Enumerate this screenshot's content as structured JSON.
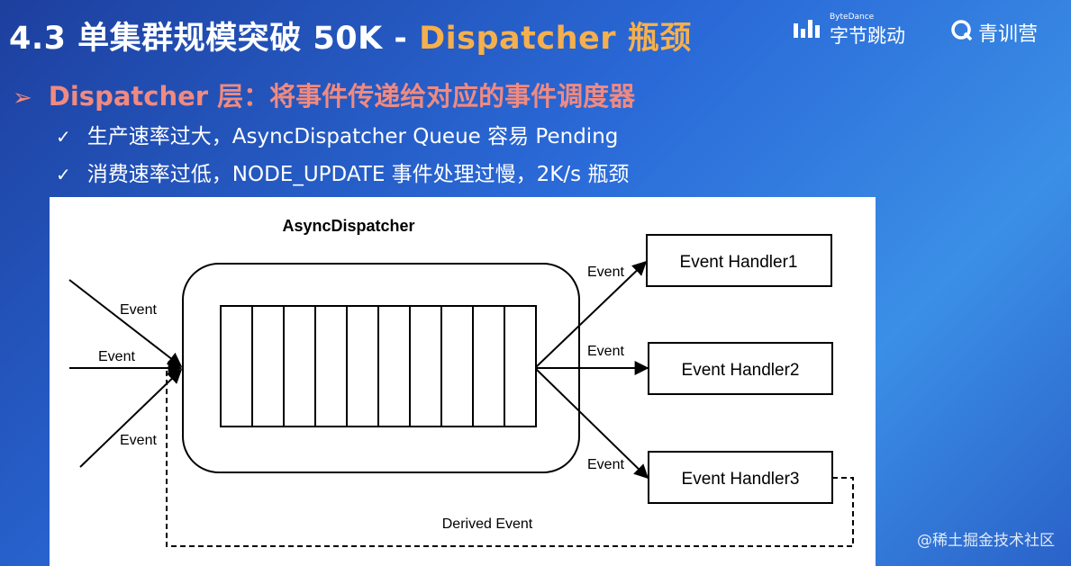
{
  "title": {
    "prefix": "4.3 单集群规模突破 50K - ",
    "accent": "Dispatcher 瓶颈"
  },
  "logos": {
    "bytedance_small": "ByteDance",
    "bytedance_cn": "字节跳动",
    "qingxun": "青训营"
  },
  "section": {
    "arrow": "➢",
    "heading": "Dispatcher 层：将事件传递给对应的事件调度器"
  },
  "checklist": [
    {
      "tick": "✓",
      "text": "生产速率过大，AsyncDispatcher  Queue 容易 Pending"
    },
    {
      "tick": "✓",
      "text": "消费速率过低，NODE_UPDATE 事件处理过慢，2K/s 瓶颈"
    }
  ],
  "diagram": {
    "dispatcher_label": "AsyncDispatcher",
    "queue_slots": 10,
    "incoming_labels": [
      "Event",
      "Event",
      "Event"
    ],
    "outgoing_labels": [
      "Event",
      "Event",
      "Event"
    ],
    "handlers": [
      "Event Handler1",
      "Event Handler2",
      "Event Handler3"
    ],
    "derived_label": "Derived Event"
  },
  "watermark": "@稀土掘金技术社区"
}
